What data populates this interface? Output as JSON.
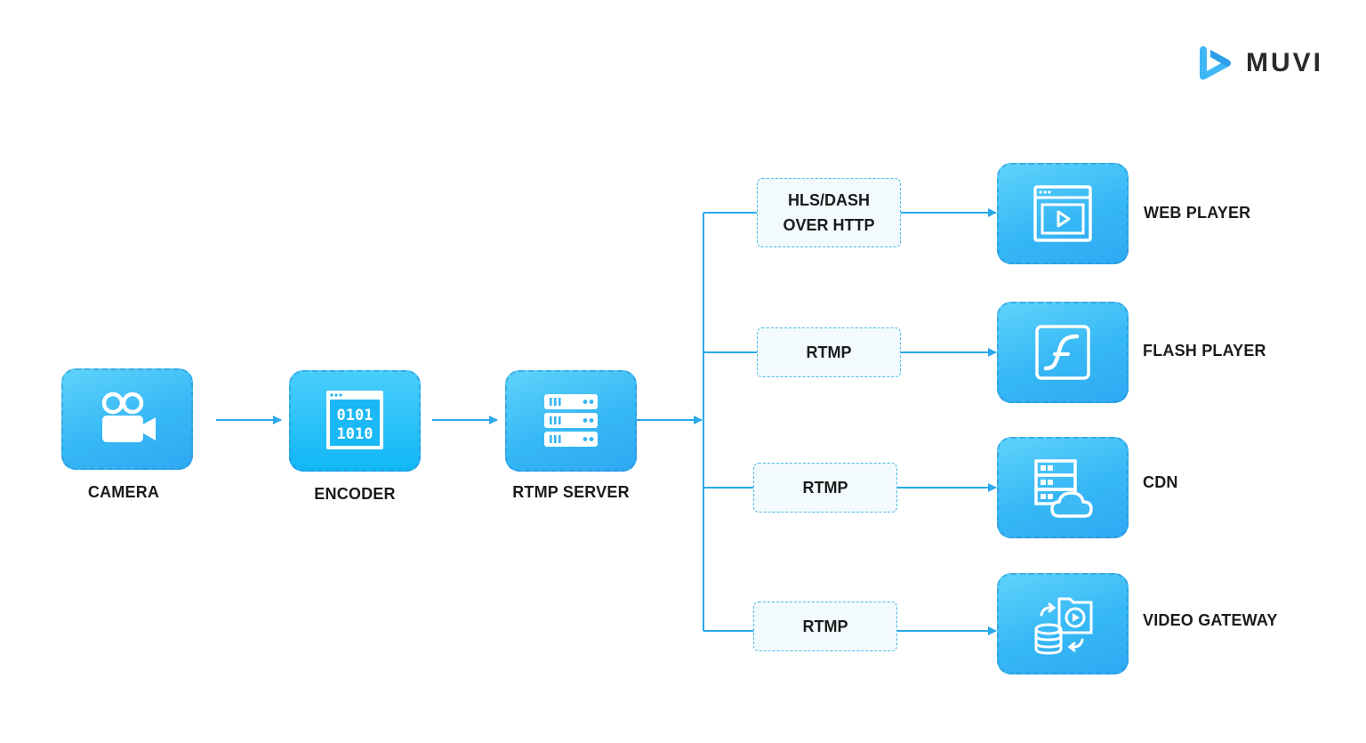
{
  "brand": {
    "name": "MUVI",
    "icon": "muvi-logo-icon",
    "color": "#3fb6f5"
  },
  "colors": {
    "accent": "#2aa9ea",
    "node": "#3dbaf5",
    "arrow": "#2aa9ea",
    "protocol_bg": "#f2fafd"
  },
  "pipeline": [
    {
      "id": "camera",
      "label": "CAMERA",
      "icon": "video-camera-icon"
    },
    {
      "id": "encoder",
      "label": "ENCODER",
      "icon": "binary-window-icon",
      "icon_text": [
        "0101",
        "1010"
      ]
    },
    {
      "id": "rtmp_server",
      "label": "RTMP SERVER",
      "icon": "server-rack-icon"
    }
  ],
  "outputs": [
    {
      "id": "web_player",
      "protocol_lines": [
        "HLS/DASH",
        "OVER HTTP"
      ],
      "label": "WEB PLAYER",
      "icon": "browser-play-icon"
    },
    {
      "id": "flash_player",
      "protocol_lines": [
        "RTMP"
      ],
      "label": "FLASH PLAYER",
      "icon": "flash-icon"
    },
    {
      "id": "cdn",
      "protocol_lines": [
        "RTMP"
      ],
      "label": "CDN",
      "icon": "server-cloud-icon"
    },
    {
      "id": "video_gateway",
      "protocol_lines": [
        "RTMP"
      ],
      "label": "VIDEO GATEWAY",
      "icon": "database-video-icon"
    }
  ]
}
